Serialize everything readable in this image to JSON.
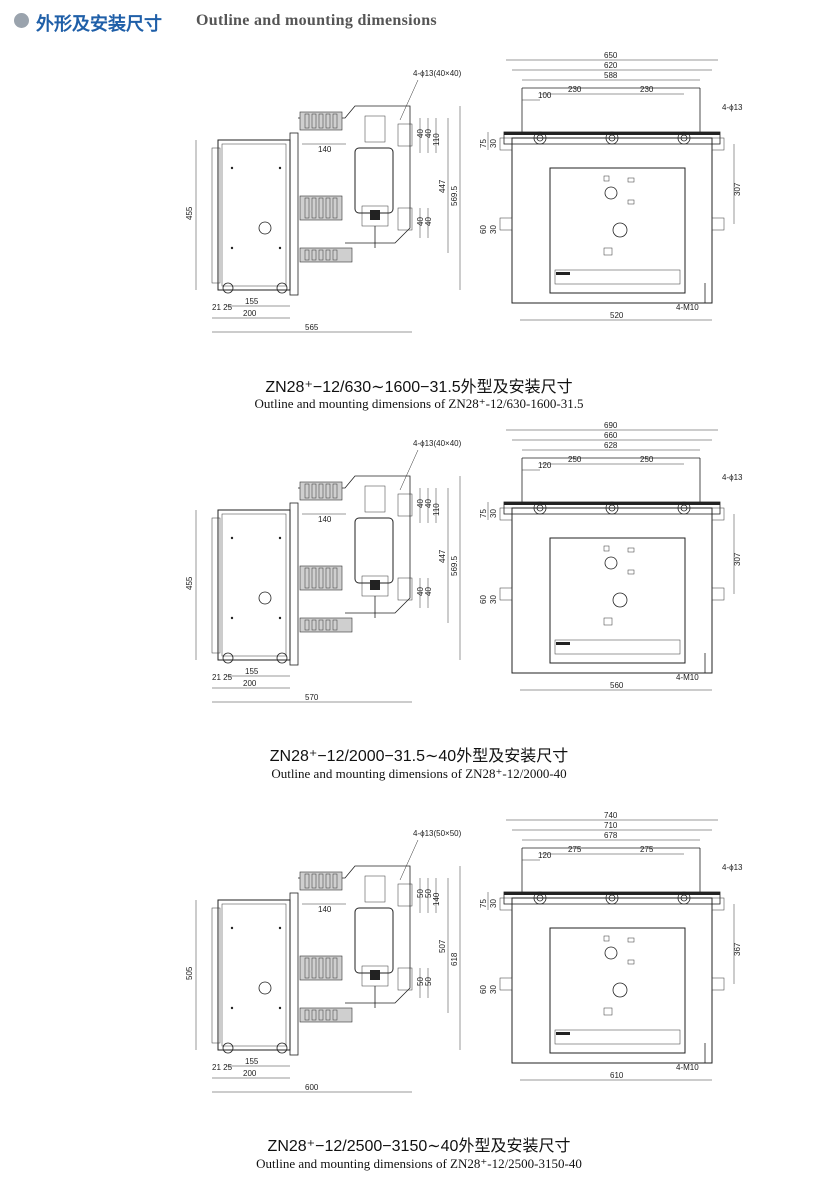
{
  "header": {
    "title_cn": "外形及安装尺寸",
    "title_en": "Outline and mounting dimensions"
  },
  "figures": [
    {
      "caption_cn": "ZN28⁺−12/630∼1600−31.5外型及安装尺寸",
      "caption_en": "Outline and mounting dimensions of  ZN28⁺-12/630-1600-31.5",
      "side": {
        "hole": "4-ϕ13(40×40)",
        "d140": "140",
        "d40a": "40",
        "d40b": "40",
        "d40c": "40",
        "d40d": "40",
        "d110": "110",
        "d447": "447",
        "d569": "569.5",
        "d455": "455",
        "d2125": "21 25",
        "d155": "155",
        "d200": "200",
        "d565": "565"
      },
      "front": {
        "w1": "650",
        "w2": "620",
        "w3": "588",
        "d100": "100",
        "d230a": "230",
        "d230b": "230",
        "hole": "4-ϕ13",
        "d75": "75",
        "d30a": "30",
        "d307": "307",
        "d60": "60",
        "d30b": "30",
        "d520": "520",
        "m10": "4-M10"
      }
    },
    {
      "caption_cn": "ZN28⁺−12/2000−31.5∼40外型及安装尺寸",
      "caption_en": "Outline and mounting dimensions of  ZN28⁺-12/2000-40",
      "side": {
        "hole": "4-ϕ13(40×40)",
        "d140": "140",
        "d40a": "40",
        "d40b": "40",
        "d40c": "40",
        "d40d": "40",
        "d110": "110",
        "d447": "447",
        "d569": "569.5",
        "d455": "455",
        "d2125": "21 25",
        "d155": "155",
        "d200": "200",
        "d565": "570"
      },
      "front": {
        "w1": "690",
        "w2": "660",
        "w3": "628",
        "d100": "120",
        "d230a": "250",
        "d230b": "250",
        "hole": "4-ϕ13",
        "d75": "75",
        "d30a": "30",
        "d307": "307",
        "d60": "60",
        "d30b": "30",
        "d520": "560",
        "m10": "4-M10"
      }
    },
    {
      "caption_cn": "ZN28⁺−12/2500−3150∼40外型及安装尺寸",
      "caption_en": "Outline and mounting dimensions of ZN28⁺-12/2500-3150-40",
      "side": {
        "hole": "4-ϕ13(50×50)",
        "d140": "140",
        "d40a": "50",
        "d40b": "50",
        "d40c": "50",
        "d40d": "50",
        "d110": "140",
        "d447": "507",
        "d569": "618",
        "d455": "505",
        "d2125": "21 25",
        "d155": "155",
        "d200": "200",
        "d565": "600"
      },
      "front": {
        "w1": "740",
        "w2": "710",
        "w3": "678",
        "d100": "120",
        "d230a": "275",
        "d230b": "275",
        "hole": "4-ϕ13",
        "d75": "75",
        "d30a": "30",
        "d307": "367",
        "d60": "60",
        "d30b": "30",
        "d520": "610",
        "m10": "4-M10"
      }
    }
  ]
}
